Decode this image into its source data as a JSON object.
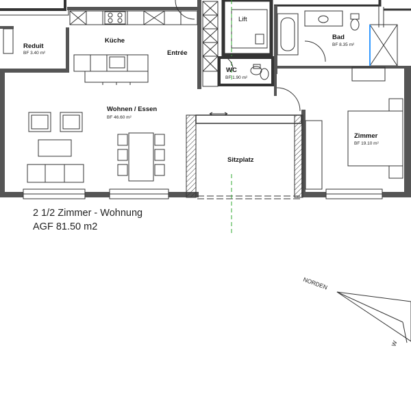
{
  "rooms": {
    "reduit": {
      "name": "Reduit",
      "area": "BF 3.40 m²"
    },
    "kueche": {
      "name": "Küche"
    },
    "entree": {
      "name": "Entrée"
    },
    "lift": {
      "name": "Lift"
    },
    "wc": {
      "name": "WC",
      "area": "BF 1.90 m²"
    },
    "bad": {
      "name": "Bad",
      "area": "BF 8.35 m²"
    },
    "wohnen": {
      "name": "Wohnen / Essen",
      "area": "BF 46.60 m²"
    },
    "sitzplatz": {
      "name": "Sitzplatz"
    },
    "zimmer": {
      "name": "Zimmer",
      "area": "BF 19.10 m²"
    }
  },
  "caption": {
    "title": "2 1/2 Zimmer - Wohnung",
    "agf": "AGF 81.50 m2"
  },
  "compass": {
    "north": "NORDEN",
    "west": "W"
  },
  "colors": {
    "wall": "#505050",
    "line": "#333333",
    "axis": "#33aa33",
    "accent": "#3399ff"
  }
}
